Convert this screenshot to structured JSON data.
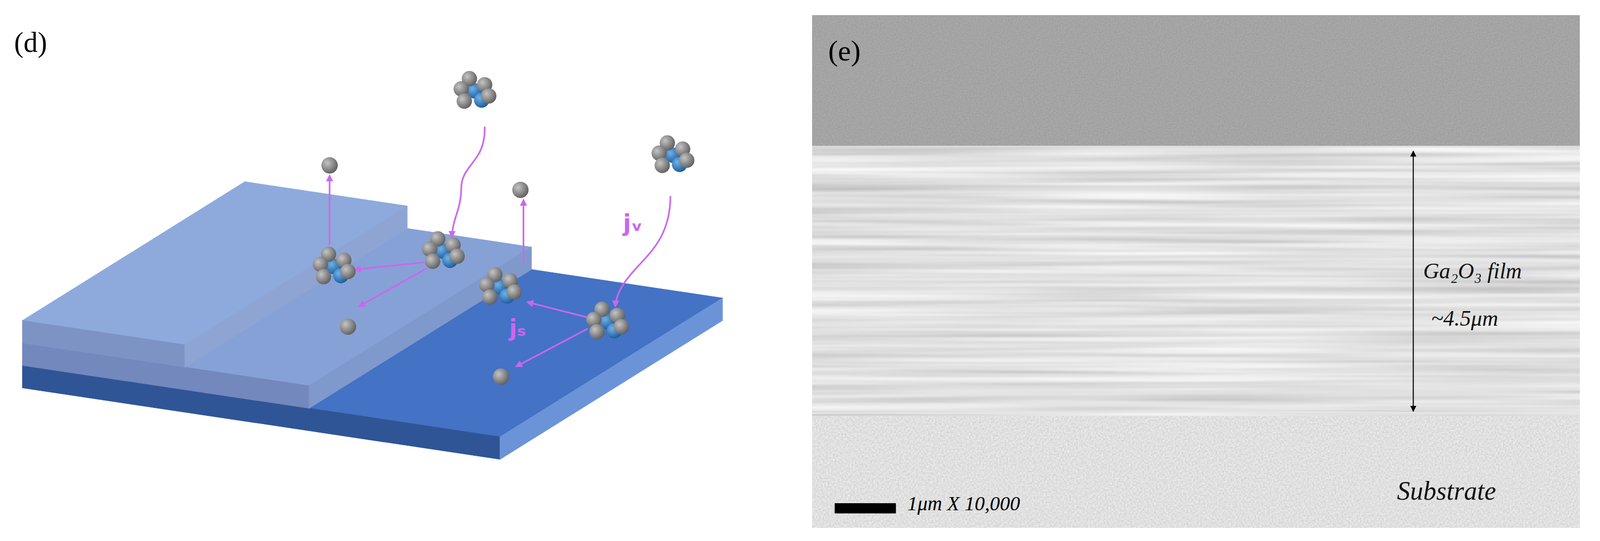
{
  "diagram": {
    "nodes": [
      {
        "text": [
          "Ga₂O₃ film",
          "~4.5μm"
        ]
      },
      {
        "text": [
          "Substrate"
        ]
      }
    ],
    "labels": [
      "(d)",
      "jᵥ",
      "jₛ",
      "(e)",
      "1μm X 10,000"
    ]
  }
}
